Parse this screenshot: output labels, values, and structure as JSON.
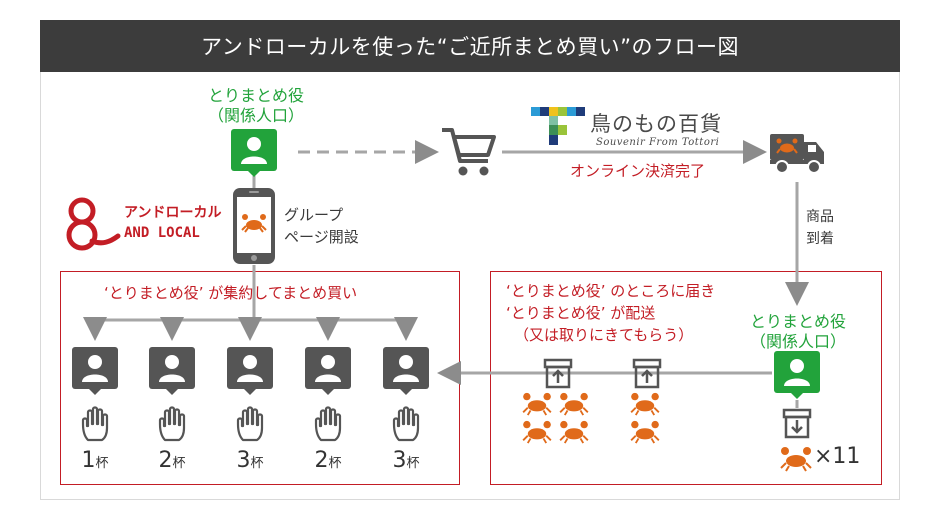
{
  "title": "アンドローカルを使った“ご近所まとめ買い”のフロー図",
  "organizer_top": {
    "line1": "とりまとめ役",
    "line2": "（関係人口）"
  },
  "organizer_right": {
    "line1": "とりまとめ役",
    "line2": "（関係人口）"
  },
  "group_page": {
    "line1": "グループ",
    "line2": "ページ開設"
  },
  "logo": {
    "line1": "アンドローカル",
    "line2": "AND LOCAL"
  },
  "store": {
    "name": "鳥のもの百貨",
    "sub": "Souvenir From Tottori"
  },
  "payment_label": "オンライン決済完了",
  "arrival": {
    "line1": "商品",
    "line2": "到着"
  },
  "left_box_caption": "‘とりまとめ役’ が集約してまとめ買い",
  "right_box_caption": {
    "line1": "‘とりまとめ役’ のところに届き",
    "line2": "‘とりまとめ役’ が配送",
    "line3": "（又は取りにきてもらう）"
  },
  "multiplier": "×11",
  "members": [
    {
      "count": "1",
      "unit": "杯"
    },
    {
      "count": "2",
      "unit": "杯"
    },
    {
      "count": "3",
      "unit": "杯"
    },
    {
      "count": "2",
      "unit": "杯"
    },
    {
      "count": "3",
      "unit": "杯"
    }
  ],
  "colors": {
    "green": "#22a33b",
    "red": "#c31d25",
    "gray": "#555555",
    "crab": "#e06a1a",
    "title_bg": "#3c3c3c"
  },
  "icons": [
    "user-icon",
    "smartphone-icon",
    "cart-icon",
    "truck-icon",
    "box-icon",
    "crab-icon",
    "hand-icon",
    "store-logo-icon"
  ]
}
